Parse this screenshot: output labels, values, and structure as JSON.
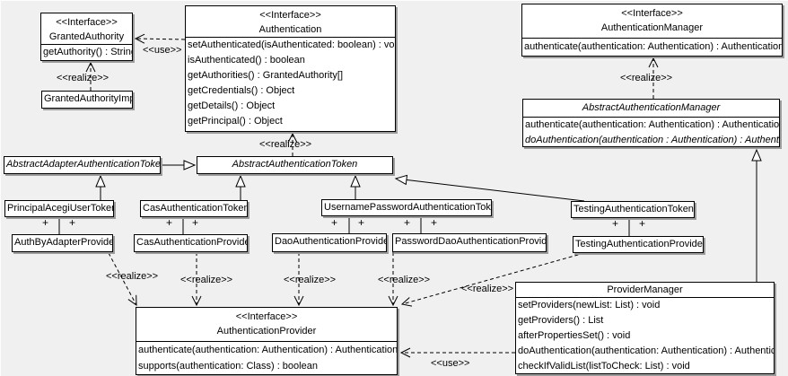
{
  "stereotypes": {
    "interface": "<<Interface>>",
    "realize": "<<realize>>",
    "use": "<<use>>",
    "plus": "+"
  },
  "classes": {
    "granted_authority": {
      "name": "GrantedAuthority",
      "methods": [
        "getAuthority() : String"
      ]
    },
    "granted_authority_impl": {
      "name": "GrantedAuthorityImpl"
    },
    "authentication": {
      "name": "Authentication",
      "methods": [
        "setAuthenticated(isAuthenticated: boolean) : void",
        "isAuthenticated() : boolean",
        "getAuthorities() : GrantedAuthority[]",
        "getCredentials() : Object",
        "getDetails() : Object",
        "getPrincipal() : Object"
      ]
    },
    "authentication_manager": {
      "name": "AuthenticationManager",
      "methods": [
        "authenticate(authentication: Authentication) : Authentication"
      ]
    },
    "abstract_authentication_manager": {
      "name": "AbstractAuthenticationManager",
      "methods": [
        "authenticate(authentication: Authentication) : Authentication",
        "doAuthentication(authentication : Authentication) : Authentication"
      ]
    },
    "abstract_adapter_authentication_token": {
      "name": "AbstractAdapterAuthenticationToken"
    },
    "abstract_authentication_token": {
      "name": "AbstractAuthenticationToken"
    },
    "principal_acegi_user_token": {
      "name": "PrincipalAcegiUserToken"
    },
    "cas_authentication_token": {
      "name": "CasAuthenticationToken"
    },
    "username_password_authentication_token": {
      "name": "UsernamePasswordAuthenticationToken"
    },
    "testing_authentication_token": {
      "name": "TestingAuthenticationToken"
    },
    "auth_by_adapter_provider": {
      "name": "AuthByAdapterProvider"
    },
    "cas_authentication_provider": {
      "name": "CasAuthenticationProvider"
    },
    "dao_authentication_provider": {
      "name": "DaoAuthenticationProvider"
    },
    "password_dao_authentication_provider": {
      "name": "PasswordDaoAuthenticationProvider"
    },
    "testing_authentication_provider": {
      "name": "TestingAuthenticationProvider"
    },
    "authentication_provider": {
      "name": "AuthenticationProvider",
      "methods": [
        "authenticate(authentication: Authentication) : Authentication",
        "supports(authentication: Class) : boolean"
      ]
    },
    "provider_manager": {
      "name": "ProviderManager",
      "methods": [
        "setProviders(newList: List) : void",
        "getProviders() : List",
        "afterPropertiesSet() : void",
        "doAuthentication(authentication: Authentication) : Authentication",
        "checkIfValidList(listToCheck: List) : void"
      ]
    }
  }
}
